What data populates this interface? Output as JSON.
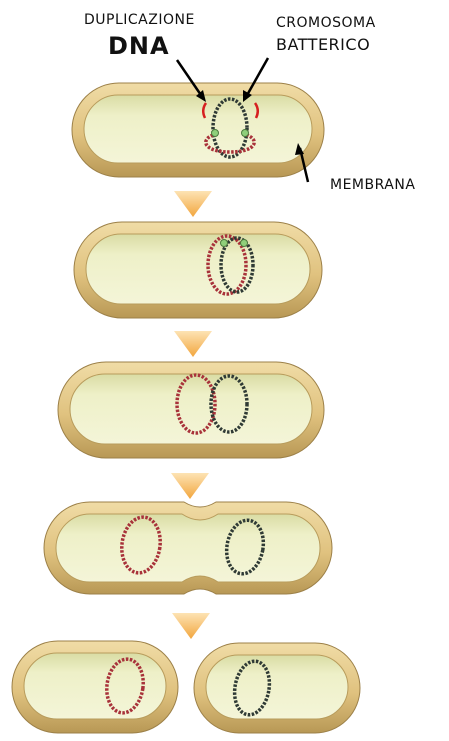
{
  "labels": {
    "duplication": "DUPLICAZIONE",
    "dna": "DNA",
    "chromosome_line1": "CROMOSOMA",
    "chromosome_line2": "BATTERICO",
    "membrane": "MEMBRANA"
  },
  "stages": [
    {
      "id": 1,
      "description": "replication starts at origin"
    },
    {
      "id": 2,
      "description": "two overlapping chromosomes"
    },
    {
      "id": 3,
      "description": "chromosomes separating"
    },
    {
      "id": 4,
      "description": "cell constricting"
    },
    {
      "id": 5,
      "description": "two daughter cells"
    }
  ],
  "colors": {
    "cell_outer": "#e3c88a",
    "cell_rim_dark": "#b79a58",
    "cell_inner": "#eef0c6",
    "arrow": "#f2b24a",
    "dna_red": "#a8323a",
    "dna_dark": "#2f3a35",
    "origin_green": "#8fcf7a",
    "marker_red": "#d62020"
  }
}
